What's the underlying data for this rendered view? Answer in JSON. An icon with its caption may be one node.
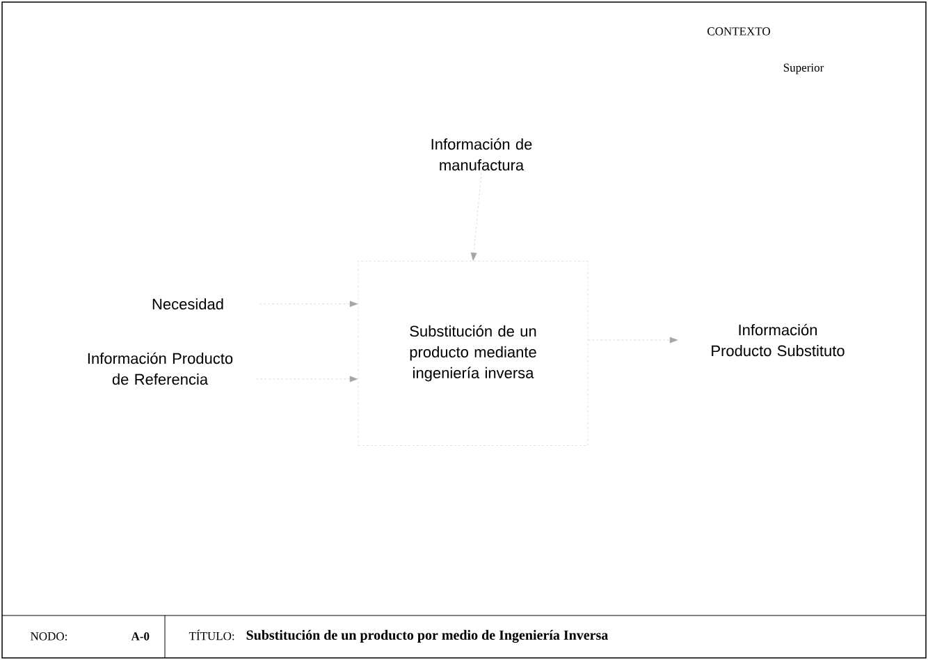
{
  "diagram": {
    "title": "Substitución de un producto por medio de Ingeniería Inversa",
    "nodes": [
      {
        "text": [
          "Información de manufactura"
        ]
      },
      {
        "text": [
          "Necesidad"
        ]
      },
      {
        "text": [
          "Información Producto de Referencia"
        ]
      },
      {
        "text": [
          "Substitución de un producto mediante ingeniería inversa"
        ]
      },
      {
        "text": [
          "Información Producto Substituto"
        ]
      }
    ],
    "edges": [
      {
        "from": 0,
        "to": 3,
        "arrow": "to",
        "style": "dashed"
      },
      {
        "from": 1,
        "to": 3,
        "arrow": "to",
        "style": "dashed"
      },
      {
        "from": 2,
        "to": 3,
        "arrow": "to",
        "style": "dashed"
      },
      {
        "from": 3,
        "to": 4,
        "arrow": "to",
        "style": "dashed"
      }
    ],
    "labels": [
      "CONTEXTO",
      "Superior",
      "NODO:",
      "A-0",
      "TÍTULO:"
    ]
  }
}
